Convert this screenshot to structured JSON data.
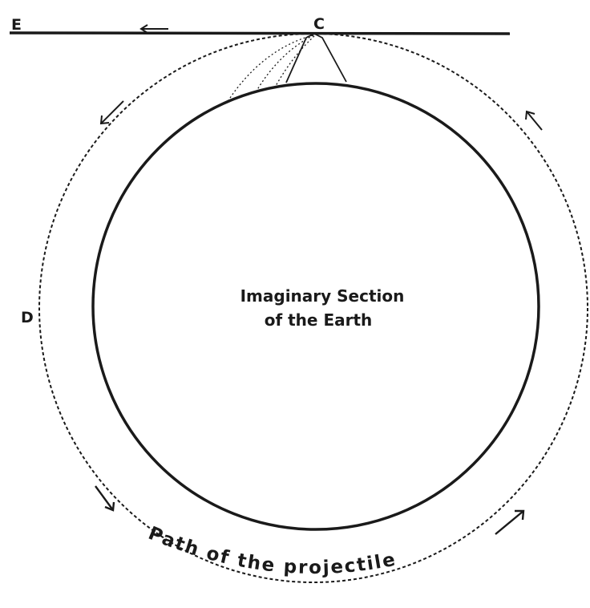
{
  "labels": {
    "e": "E",
    "c": "C",
    "d": "D"
  },
  "earth": {
    "line1": "Imaginary Section",
    "line2": "of the Earth"
  },
  "orbit": {
    "caption": "Path of the projectile"
  },
  "colors": {
    "ink": "#1a1a1a",
    "background": "#ffffff"
  }
}
